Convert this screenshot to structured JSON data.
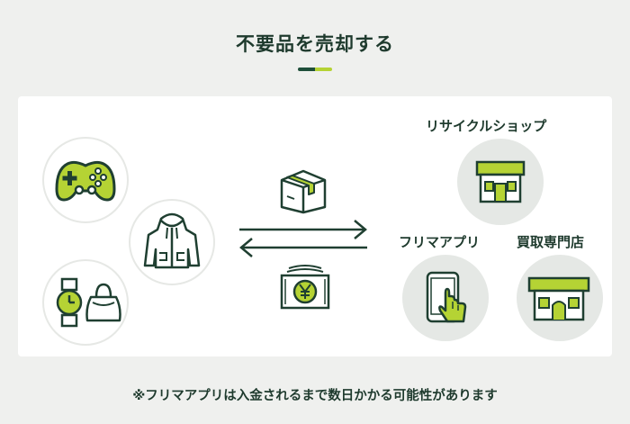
{
  "title": "不要品を売却する",
  "destinations": {
    "recycle_shop": "リサイクルショップ",
    "flea_market_app": "フリマアプリ",
    "specialty_store": "買取専門店"
  },
  "note": "※フリマアプリは入金されるまで数日かかる可能性があります",
  "colors": {
    "accent": "#b5d334",
    "dark": "#1f4f3a",
    "background": "#eff0ee"
  },
  "icons": {
    "items": [
      "game-controller-icon",
      "hoodie-icon",
      "watch-icon",
      "handbag-icon"
    ],
    "flow": [
      "box-icon",
      "exchange-arrows-icon",
      "yen-money-icon"
    ],
    "destinations": [
      "shop-icon",
      "smartphone-tap-icon",
      "store-icon"
    ]
  }
}
